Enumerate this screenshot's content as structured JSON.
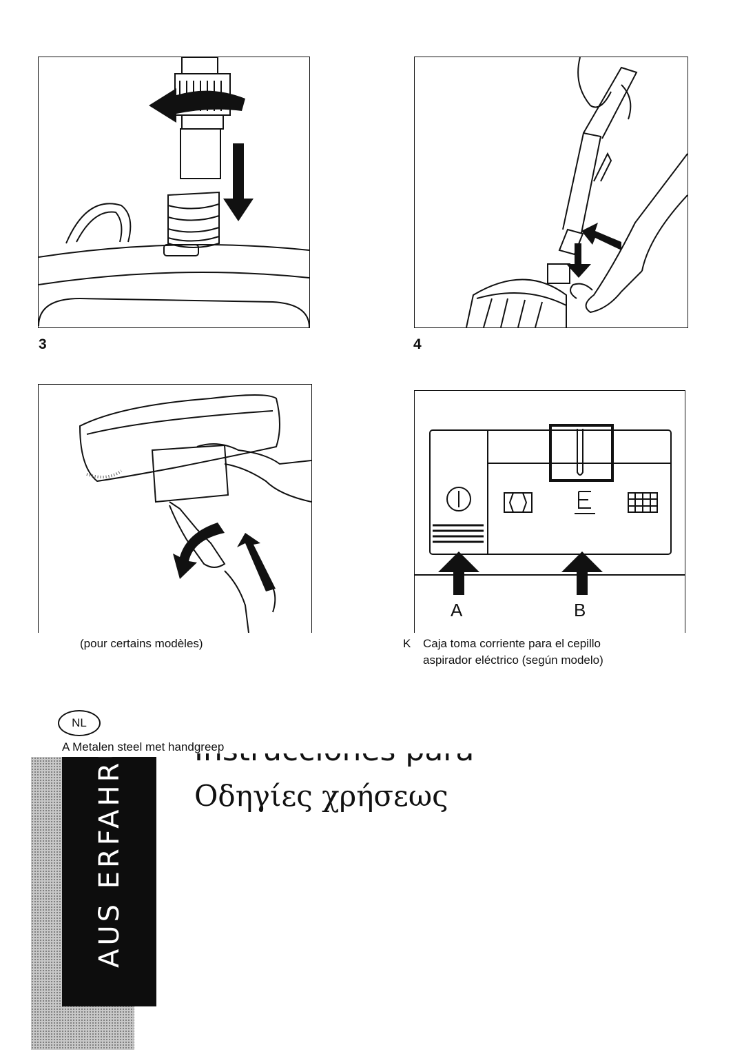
{
  "figures": [
    {
      "number": "3"
    },
    {
      "number": "4"
    }
  ],
  "panel5": {
    "caption": "(pour certains modèles)"
  },
  "panel6": {
    "arrow_label_a": "A",
    "arrow_label_b": "B",
    "caption_letter": "K",
    "caption_line1": "Caja toma corriente para el cepillo",
    "caption_line2": "aspirador eléctrico (según modelo)"
  },
  "language_badge": "NL",
  "legend_item_a": "A  Metalen steel met handgreep",
  "cover": {
    "vertical_text": "AUS ERFAHRUNG",
    "title_spanish_partial": "Instrucciones para el uso",
    "title_greek": "Οδηγίες χρήσεως"
  },
  "colors": {
    "ink": "#111111",
    "band": "#0d0d0d"
  }
}
